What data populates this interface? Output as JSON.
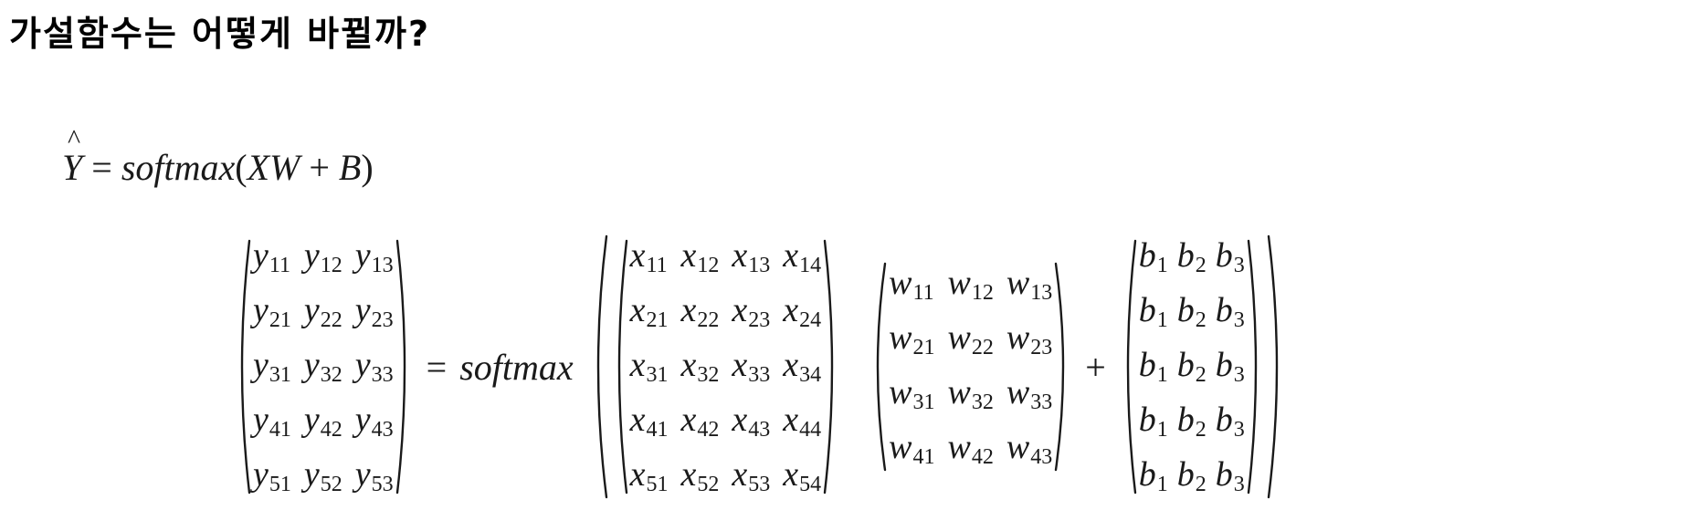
{
  "heading": "가설함수는 어떻게 바뀔까?",
  "equation1": {
    "lhs": "Y",
    "hat": "^",
    "equals": "=",
    "function": "softmax",
    "open_paren": "(",
    "term_xw": "XW",
    "plus": "+",
    "term_b": "B",
    "close_paren": ")"
  },
  "equation2": {
    "equals": "=",
    "function": "softmax",
    "plus": "+",
    "y_matrix": {
      "var": "y",
      "subs": [
        [
          "11",
          "12",
          "13"
        ],
        [
          "21",
          "22",
          "23"
        ],
        [
          "31",
          "32",
          "33"
        ],
        [
          "41",
          "42",
          "43"
        ],
        [
          "51",
          "52",
          "53"
        ]
      ]
    },
    "x_matrix": {
      "var": "x",
      "subs": [
        [
          "11",
          "12",
          "13",
          "14"
        ],
        [
          "21",
          "22",
          "23",
          "24"
        ],
        [
          "31",
          "32",
          "33",
          "34"
        ],
        [
          "41",
          "42",
          "43",
          "44"
        ],
        [
          "51",
          "52",
          "53",
          "54"
        ]
      ]
    },
    "w_matrix": {
      "var": "w",
      "subs": [
        [
          "11",
          "12",
          "13"
        ],
        [
          "21",
          "22",
          "23"
        ],
        [
          "31",
          "32",
          "33"
        ],
        [
          "41",
          "42",
          "43"
        ]
      ]
    },
    "b_matrix": {
      "var": "b",
      "subs": [
        [
          "1",
          "2",
          "3"
        ],
        [
          "1",
          "2",
          "3"
        ],
        [
          "1",
          "2",
          "3"
        ],
        [
          "1",
          "2",
          "3"
        ],
        [
          "1",
          "2",
          "3"
        ]
      ]
    }
  }
}
